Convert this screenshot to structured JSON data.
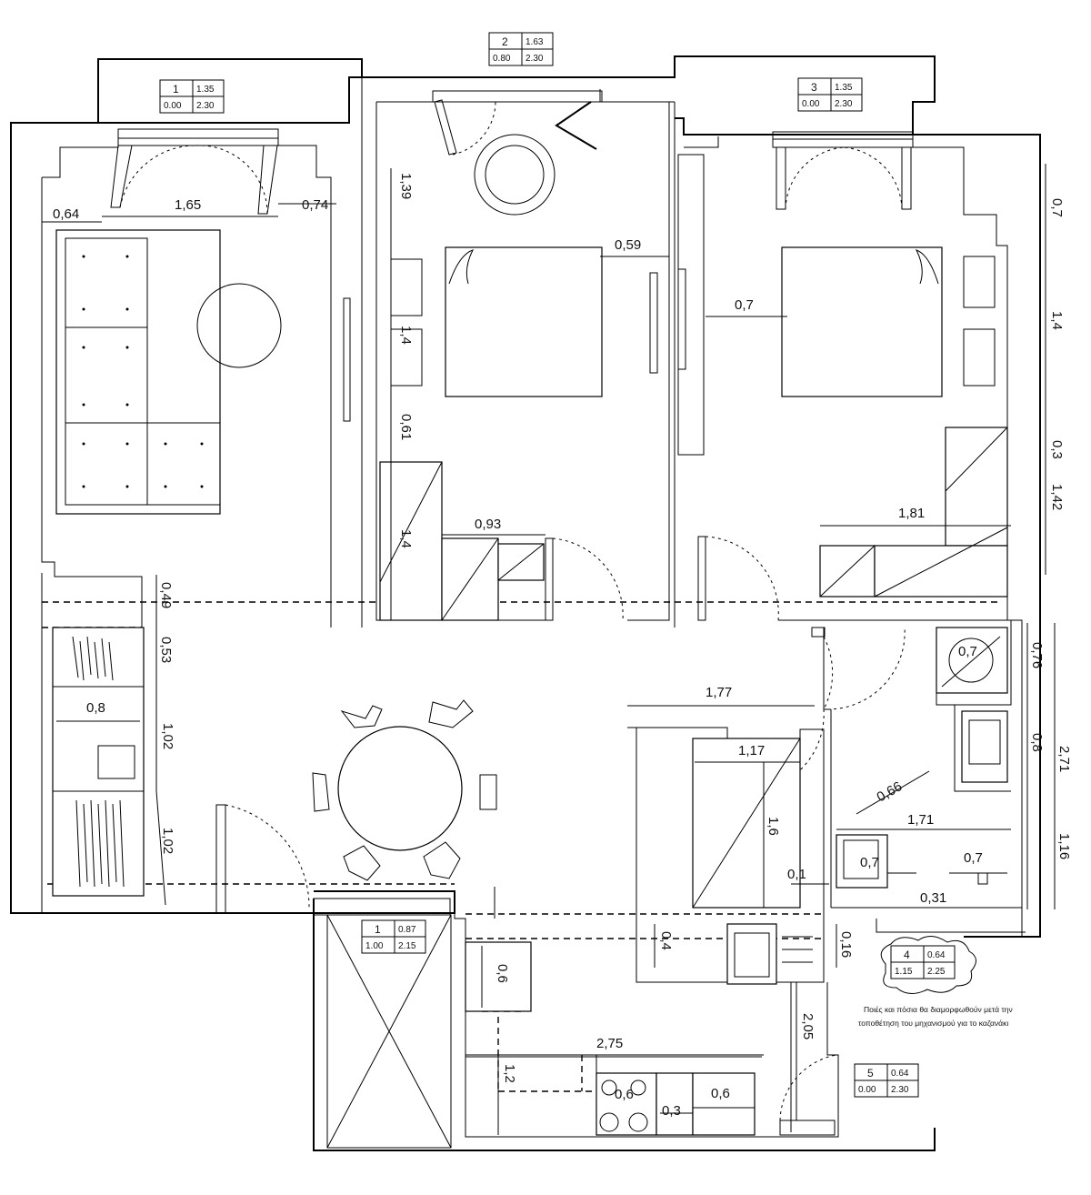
{
  "dimensions": {
    "d064": "0,64",
    "d165": "1,65",
    "d074": "0,74",
    "d139": "1,39",
    "d059": "0,59",
    "d14a": "1,4",
    "d061": "0,61",
    "d14b": "1,4",
    "d093": "0,93",
    "d07a": "0,7",
    "d07r": "0,7",
    "d14r": "1,4",
    "d03r": "0,3",
    "d142": "1,42",
    "d181": "1,81",
    "d049": "0,49",
    "d053": "0,53",
    "d08": "0,8",
    "d102a": "1,02",
    "d102b": "1,02",
    "d177": "1,77",
    "d117": "1,17",
    "d16": "1,6",
    "d066": "0,66",
    "d171": "1,71",
    "d07k": "0,7",
    "d07s": "0,7",
    "d01": "0,1",
    "d031": "0,31",
    "d07c": "0,7",
    "d076": "0,76",
    "d08r": "0,8",
    "d271": "2,71",
    "d116": "1,16",
    "d04": "0,4",
    "d016": "0,16",
    "d06": "0,6",
    "d275": "2,75",
    "d12": "1,2",
    "d205": "2,05",
    "d06b": "0,6",
    "d03b": "0,3",
    "d06c": "0,6"
  },
  "window_tags": [
    {
      "num": "1",
      "area": "1.35",
      "sill": "0.00",
      "height": "2.30"
    },
    {
      "num": "2",
      "area": "1.63",
      "sill": "0.80",
      "height": "2.30"
    },
    {
      "num": "3",
      "area": "1.35",
      "sill": "0.00",
      "height": "2.30"
    },
    {
      "num": "1",
      "area": "0.87",
      "sill": "1.00",
      "height": "2.15"
    },
    {
      "num": "4",
      "area": "0.64",
      "sill": "1.15",
      "height": "2.25"
    },
    {
      "num": "5",
      "area": "0.64",
      "sill": "0.00",
      "height": "2.30"
    }
  ],
  "note_line1": "Ποιές και πόσια θα διαμορφωθούν μετά την",
  "note_line2": "τοποθέτηση του μηχανισμού για το καζανάκι"
}
